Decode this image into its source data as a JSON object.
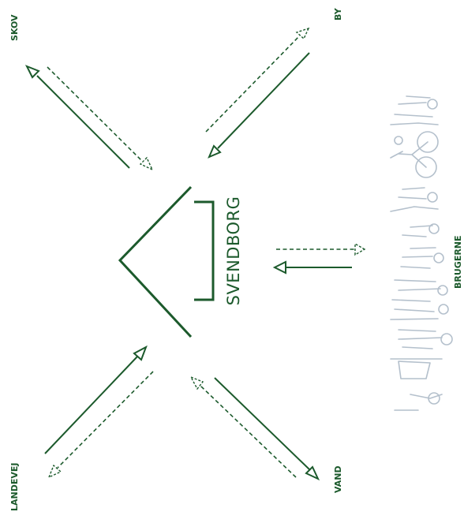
{
  "diagram": {
    "center_label": "SVENDBORG",
    "labels": {
      "skov": "SKOV",
      "by": "BY",
      "landevej": "LANDEVEJ",
      "vand": "VAND",
      "brugerne": "BRUGERNE"
    },
    "colors": {
      "primary": "#1c5a2c",
      "silhouettes": "#b4c0cc"
    },
    "icons": [
      "people-silhouettes-icon",
      "cyclist-icon",
      "arrow-icon",
      "dashed-arrow-icon"
    ]
  }
}
